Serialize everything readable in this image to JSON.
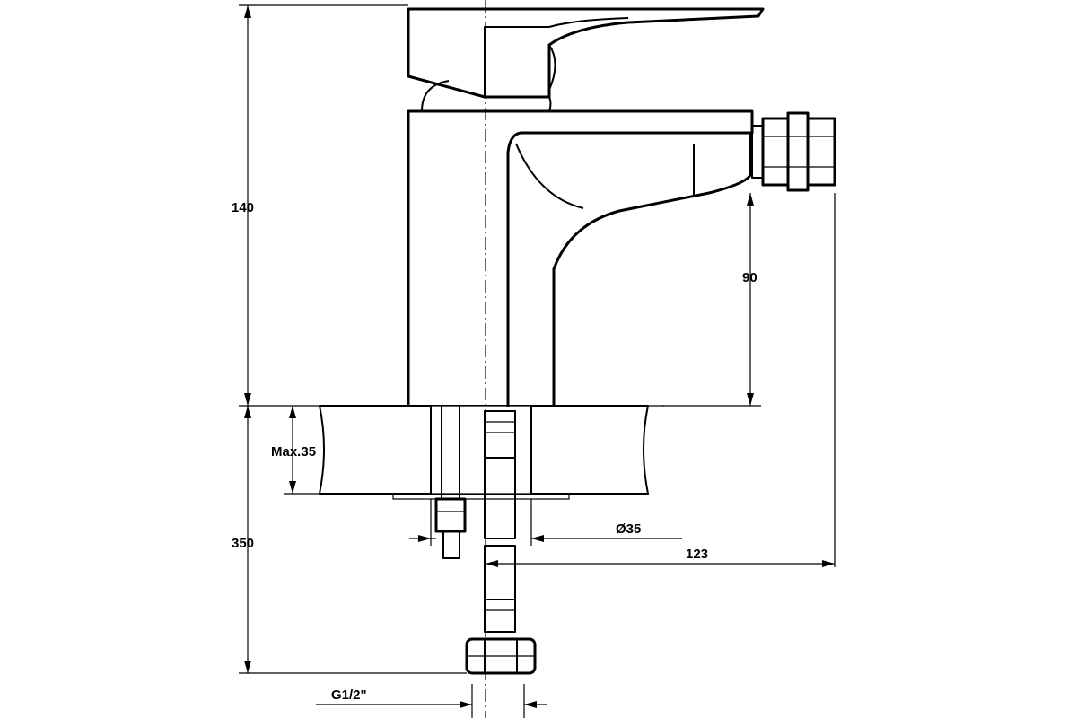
{
  "dimensions": {
    "overall_height": "140",
    "below_deck_length": "350",
    "max_deck_thickness": "Max.35",
    "outlet_height": "90",
    "hole_diameter": "Ø35",
    "outlet_reach": "123",
    "connection_thread": "G1/2\""
  }
}
